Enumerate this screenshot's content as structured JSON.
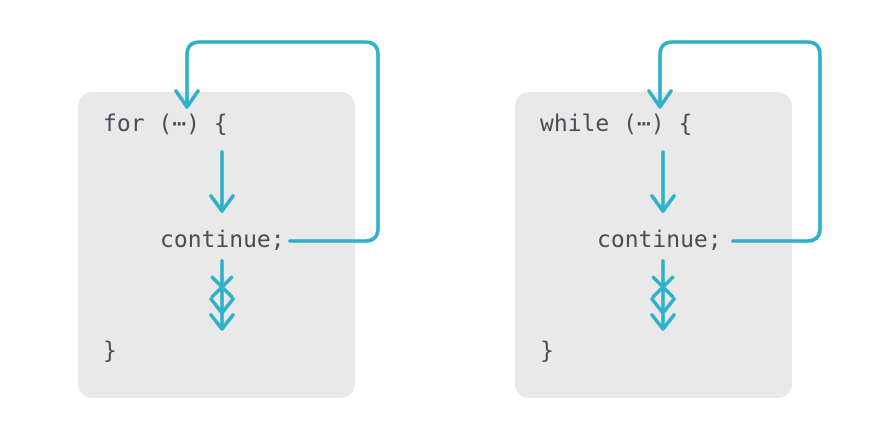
{
  "colors": {
    "accent": "#2fb2c9",
    "box_bg": "#e9e9ea",
    "code_text": "#4d4c58",
    "page_bg": "#ffffff"
  },
  "diagrams": [
    {
      "id": "for-loop",
      "header": "for (⋯) {",
      "body": "continue;",
      "footer": "}",
      "arrows": [
        "loop-entry-arrow",
        "flow-down-arrow",
        "loop-back-arrow",
        "skipped-flow-arrow"
      ]
    },
    {
      "id": "while-loop",
      "header": "while (⋯) {",
      "body": "continue;",
      "footer": "}",
      "arrows": [
        "loop-entry-arrow",
        "flow-down-arrow",
        "loop-back-arrow",
        "skipped-flow-arrow"
      ]
    }
  ]
}
